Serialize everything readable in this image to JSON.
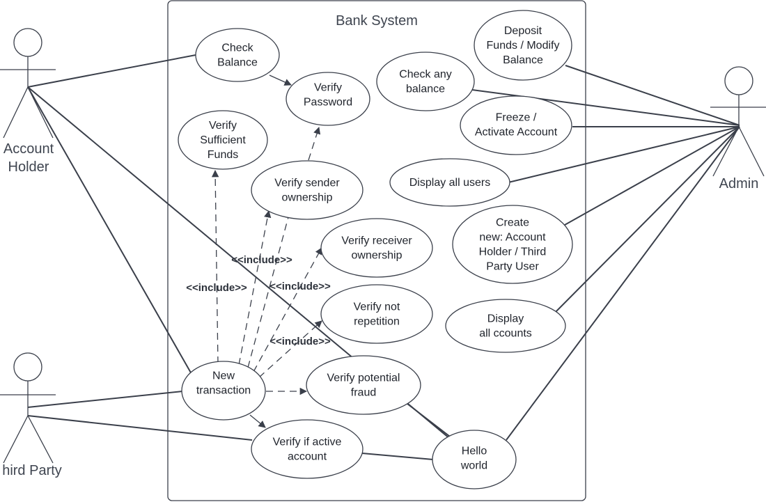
{
  "system": {
    "title": "Bank System"
  },
  "actors": {
    "account_holder": [
      "Account",
      "Holder"
    ],
    "third_party": [
      "hird Party"
    ],
    "admin": [
      "Admin"
    ]
  },
  "use_cases": {
    "check_balance": [
      "Check",
      "Balance"
    ],
    "verify_password": [
      "Verify",
      "Password"
    ],
    "verify_sufficient_funds": [
      "Verify",
      "Sufficient",
      "Funds"
    ],
    "verify_sender_ownership": [
      "Verify sender",
      "ownership"
    ],
    "verify_receiver_ownership": [
      "Verify receiver",
      "ownership"
    ],
    "verify_not_repetition": [
      "Verify not",
      "repetition"
    ],
    "new_transaction": [
      "New",
      "transaction"
    ],
    "verify_potential_fraud": [
      "Verify potential",
      "fraud"
    ],
    "verify_active_account": [
      "Verify if active",
      "account"
    ],
    "hello_world": [
      "Hello",
      "world"
    ],
    "deposit_funds": [
      "Deposit",
      "Funds / Modify",
      "Balance"
    ],
    "check_any_balance": [
      "Check any",
      "balance"
    ],
    "freeze_activate": [
      "Freeze /",
      "Activate Account"
    ],
    "display_all_users": [
      "Display all users"
    ],
    "create_new_user": [
      "Create",
      "new: Account",
      "Holder / Third",
      "Party User"
    ],
    "display_all_accounts": [
      "Display",
      "all ccounts"
    ]
  },
  "include_labels": {
    "include_1": "<<include>>",
    "include_2": "<<include>>",
    "include_3": "<<include>>",
    "include_4": "<<include>>"
  }
}
